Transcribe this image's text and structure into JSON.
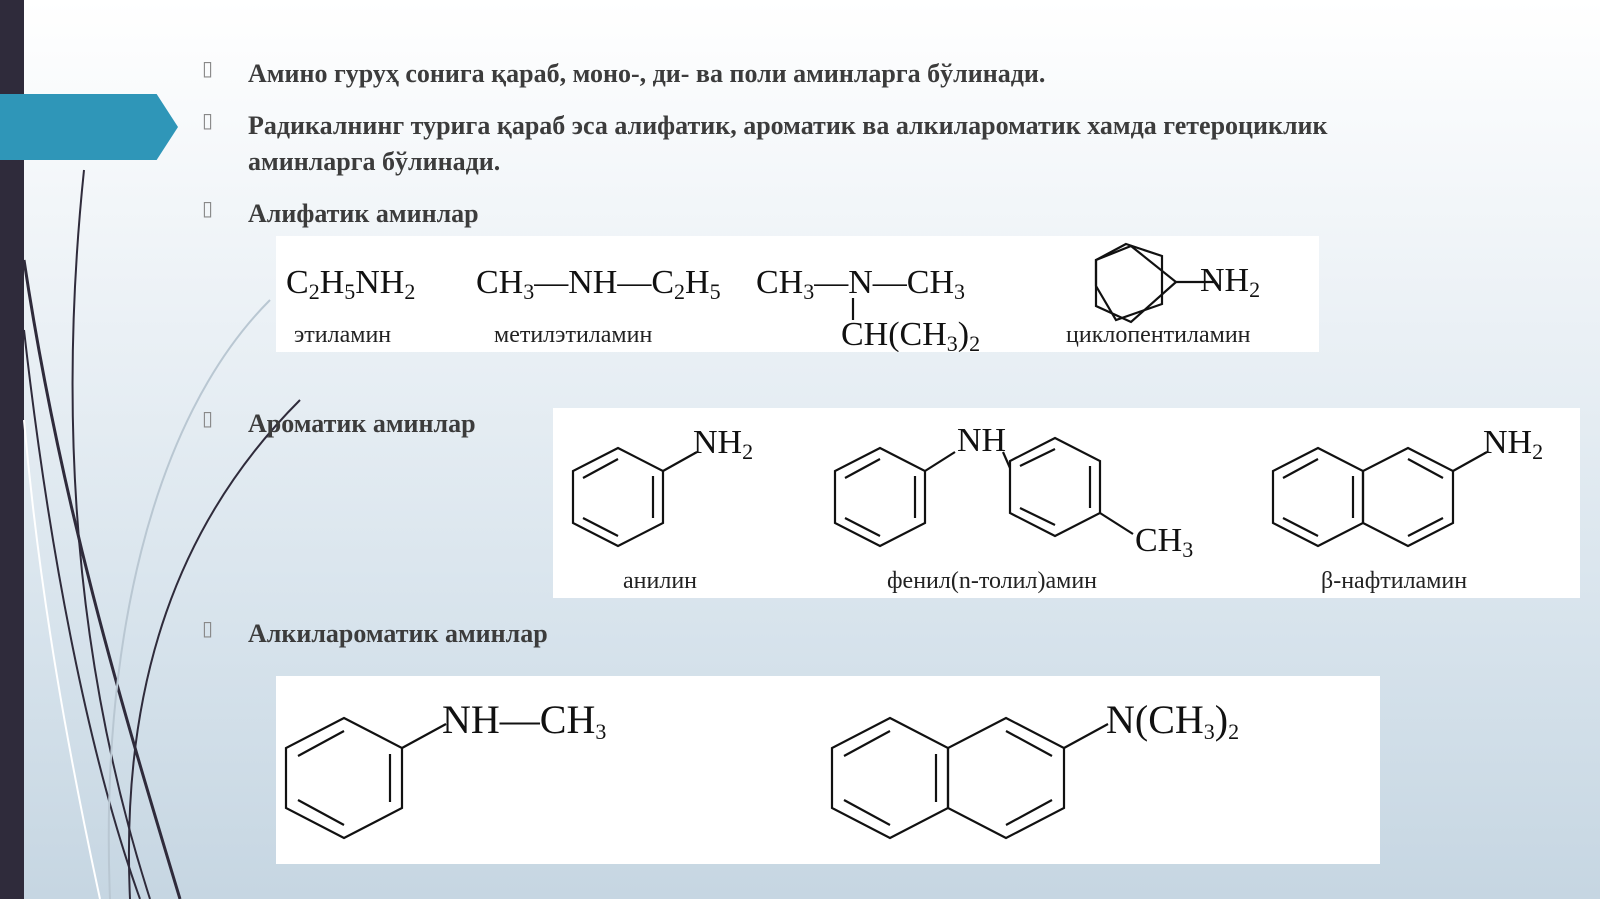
{
  "bullets": [
    {
      "text": "Амино гуруҳ сонига қараб, моно-, ди- ва поли аминларга бўлинади."
    },
    {
      "text": "Радикалнинг турига қараб эса алифатик, ароматик ва алкилароматик хамда гетероциклик аминларга бўлинади."
    },
    {
      "text": "Алифатик аминлар"
    },
    {
      "text": "Ароматик аминлар"
    },
    {
      "text": "Алкилароматик аминлар"
    }
  ],
  "aliphatic": {
    "ethylamine_caption": "этиламин",
    "methylethylamine_caption": "метилэтиламин",
    "cyclopentylamine_caption": "циклопентиламин"
  },
  "aromatic": {
    "aniline_caption": "анилин",
    "phenyltolylamine_caption": "фенил(n-толил)амин",
    "naphthylamine_caption": "β-нафтиламин"
  },
  "colors": {
    "accent": "#2f96b8",
    "left_bar": "#2f2b3b"
  }
}
